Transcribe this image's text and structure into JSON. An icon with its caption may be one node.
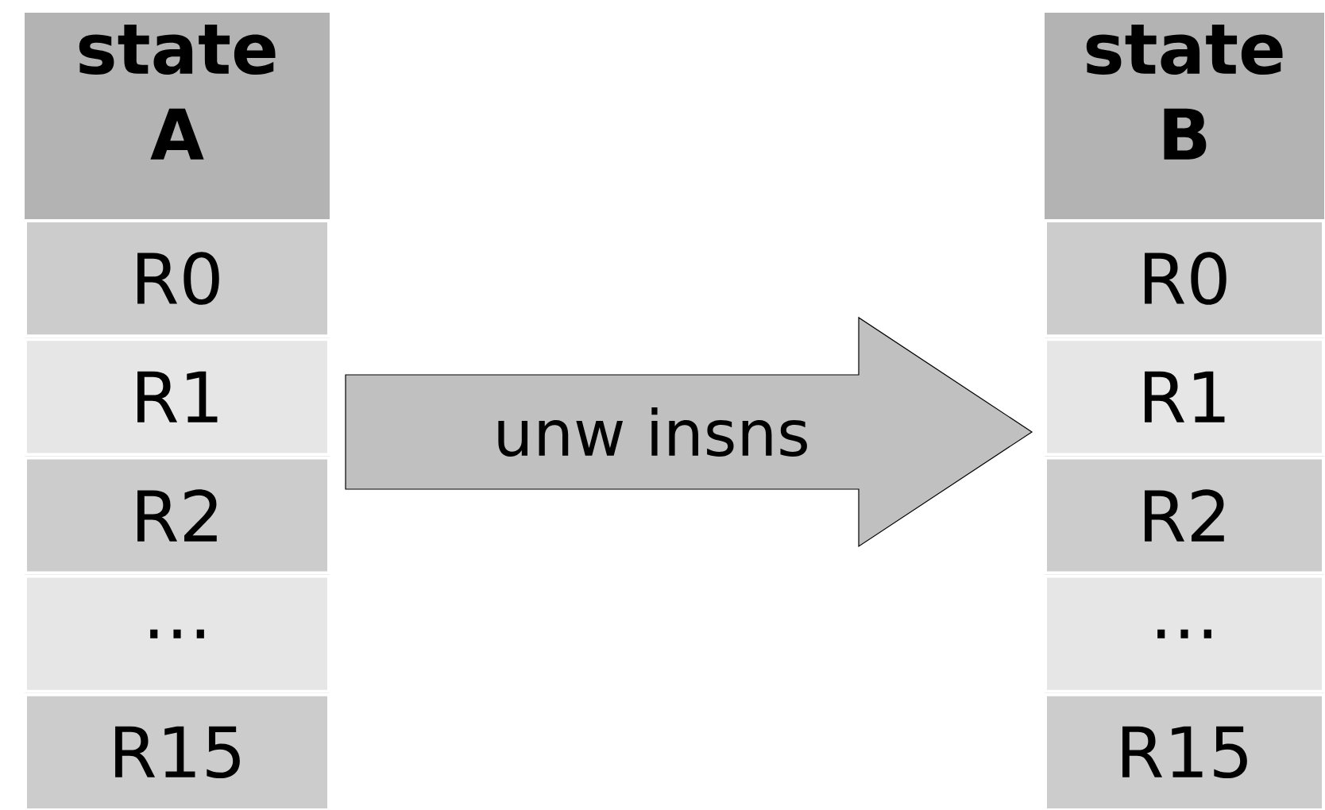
{
  "diagram": {
    "nodes": [
      {
        "text": [
          "state A"
        ]
      },
      {
        "text": [
          "R0"
        ],
        "in": 0
      },
      {
        "text": [
          "R1"
        ],
        "in": 0
      },
      {
        "text": [
          "R2"
        ],
        "in": 0
      },
      {
        "text": [
          "…"
        ],
        "in": 0
      },
      {
        "text": [
          "R15"
        ],
        "in": 0
      },
      {
        "text": [
          "state B"
        ]
      },
      {
        "text": [
          "R0"
        ],
        "in": 6
      },
      {
        "text": [
          "R1"
        ],
        "in": 6
      },
      {
        "text": [
          "R2"
        ],
        "in": 6
      },
      {
        "text": [
          "…"
        ],
        "in": 6
      },
      {
        "text": [
          "R15"
        ],
        "in": 6
      }
    ],
    "edges": [
      {
        "from": 0,
        "to": 6,
        "arrow": "to",
        "label": "unw insns"
      }
    ]
  }
}
